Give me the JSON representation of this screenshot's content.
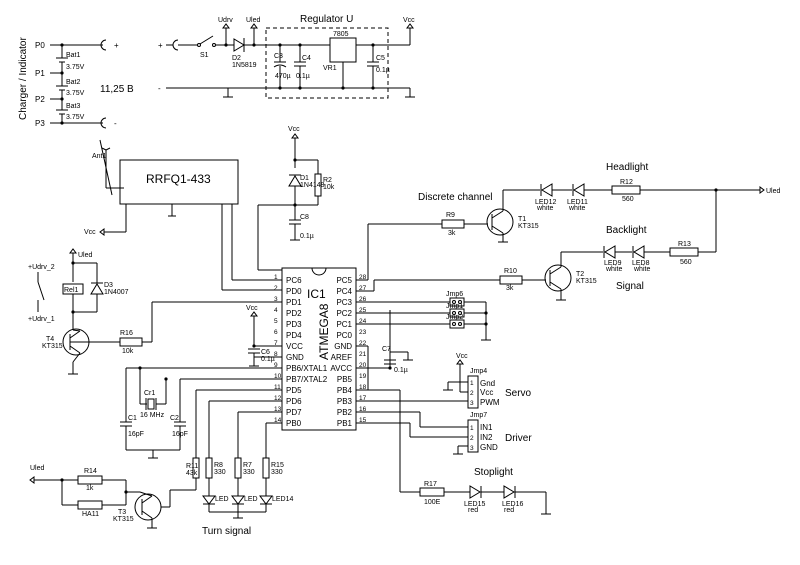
{
  "side_label": "Charger / Indicator",
  "regulator": {
    "title": "Regulator U",
    "ic_name": "7805",
    "ic_ref": "VR1"
  },
  "battery": {
    "voltage_label": "11,25 В",
    "ports": [
      "P0",
      "P1",
      "P2",
      "P3"
    ],
    "plus": "+",
    "minus": "-",
    "cells": [
      {
        "name": "Bat1",
        "value": "3.75V"
      },
      {
        "name": "Bat2",
        "value": "3.75V"
      },
      {
        "name": "Bat3",
        "value": "3.75V"
      }
    ]
  },
  "rails": {
    "udrv": "Udrv",
    "uled": "Uled",
    "vcc": "Vcc",
    "plus": "+"
  },
  "components": {
    "s1": "S1",
    "d2": {
      "name": "D2",
      "value": "1N5819"
    },
    "c3": {
      "name": "C3",
      "value": "470µ"
    },
    "c4": {
      "name": "C4",
      "value": "0.1µ"
    },
    "c5": {
      "name": "C5",
      "value": "0.1µ"
    },
    "d1": {
      "name": "D1",
      "value": "1N4148"
    },
    "r2": {
      "name": "R2",
      "value": "10k"
    },
    "c8": {
      "name": "C8",
      "value": "0.1µ"
    },
    "c6": {
      "name": "C6",
      "value": "0.1µ"
    },
    "c7": {
      "name": "C7",
      "value": "0.1µ"
    },
    "c1": {
      "name": "C1",
      "value": "16pF"
    },
    "c2": {
      "name": "C2",
      "value": "16pF"
    },
    "cr1": {
      "name": "Cr1",
      "value": "16 MHz"
    },
    "r9": {
      "name": "R9",
      "value": "3k"
    },
    "r10": {
      "name": "R10",
      "value": "3k"
    },
    "r12": {
      "name": "R12",
      "value": "560"
    },
    "r13": {
      "name": "R13",
      "value": "560"
    },
    "r16": {
      "name": "R16",
      "value": "10k"
    },
    "r14": {
      "name": "R14",
      "value": "1k"
    },
    "r11": {
      "name": "R11",
      "value": "43k"
    },
    "r8": {
      "name": "R8",
      "value": "330"
    },
    "r7": {
      "name": "R7",
      "value": "330"
    },
    "r15": {
      "name": "R15",
      "value": "330"
    },
    "r17": {
      "name": "R17",
      "value": "100E"
    },
    "t1": {
      "name": "T1",
      "value": "KT315"
    },
    "t2": {
      "name": "T2",
      "value": "KT315"
    },
    "t3": {
      "name": "T3",
      "value": "KT315"
    },
    "t4": {
      "name": "T4",
      "value": "KT315"
    },
    "d3": {
      "name": "D3",
      "value": "1N4007"
    },
    "rel1": "Rel1",
    "ha1": "HA11",
    "ant1": "Ant1",
    "led12": {
      "name": "LED12",
      "value": "white"
    },
    "led11": {
      "name": "LED11",
      "value": "white"
    },
    "led9": {
      "name": "LED9",
      "value": "white"
    },
    "led8": {
      "name": "LED8",
      "value": "white"
    },
    "led15": {
      "name": "LED15",
      "value": "red"
    },
    "led16": {
      "name": "LED16",
      "value": "red"
    },
    "led_t1": "LED",
    "led_t2": "LED",
    "led14": "LED14",
    "udrv2": "+Udrv_2",
    "udrv1": "+Udrv_1"
  },
  "rf_module": "RRFQ1-433",
  "mcu": {
    "ref": "IC1",
    "part": "ATMEGA8",
    "left_pins": [
      {
        "label": "PC6",
        "num": "1"
      },
      {
        "label": "PD0",
        "num": "2"
      },
      {
        "label": "PD1",
        "num": "3"
      },
      {
        "label": "PD2",
        "num": "4"
      },
      {
        "label": "PD3",
        "num": "5"
      },
      {
        "label": "PD4",
        "num": "6"
      },
      {
        "label": "VCC",
        "num": "7"
      },
      {
        "label": "GND",
        "num": "8"
      },
      {
        "label": "PB6/XTAL1",
        "num": "9"
      },
      {
        "label": "PB7/XTAL2",
        "num": "10"
      },
      {
        "label": "PD5",
        "num": "11"
      },
      {
        "label": "PD6",
        "num": "12"
      },
      {
        "label": "PD7",
        "num": "13"
      },
      {
        "label": "PB0",
        "num": "14"
      }
    ],
    "right_pins": [
      {
        "label": "PC5",
        "num": "28"
      },
      {
        "label": "PC4",
        "num": "27"
      },
      {
        "label": "PC3",
        "num": "26"
      },
      {
        "label": "PC2",
        "num": "25"
      },
      {
        "label": "PC1",
        "num": "24"
      },
      {
        "label": "PC0",
        "num": "23"
      },
      {
        "label": "GND",
        "num": "22"
      },
      {
        "label": "AREF",
        "num": "21"
      },
      {
        "label": "AVCC",
        "num": "20"
      },
      {
        "label": "PB5",
        "num": "19"
      },
      {
        "label": "PB4",
        "num": "18"
      },
      {
        "label": "PB3",
        "num": "17"
      },
      {
        "label": "PB2",
        "num": "16"
      },
      {
        "label": "PB1",
        "num": "15"
      }
    ]
  },
  "jumpers": {
    "jmp6": "Jmp6",
    "jmp1": "Jmp1",
    "jmp2": "Jmp2",
    "jmp4": "Jmp4",
    "jmp7": "Jmp7"
  },
  "servo": {
    "title": "Servo",
    "pins": [
      "Gnd",
      "Vcc",
      "PWM"
    ]
  },
  "driver": {
    "title": "Driver",
    "pins": [
      "IN1",
      "IN2",
      "GND"
    ]
  },
  "section_titles": {
    "headlight": "Headlight",
    "backlight": "Backlight",
    "signal": "Signal",
    "discrete": "Discrete channel",
    "stoplight": "Stoplight",
    "turn": "Turn signal"
  }
}
